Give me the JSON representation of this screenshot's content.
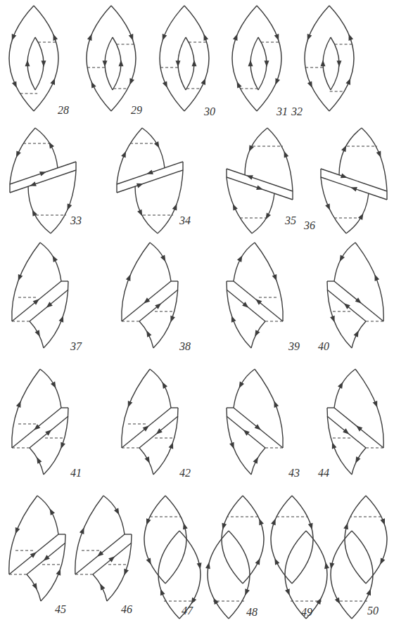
{
  "diagram": {
    "labels": [
      "28",
      "29",
      "30",
      "31",
      "32",
      "33",
      "34",
      "35",
      "36",
      "37",
      "38",
      "39",
      "40",
      "41",
      "42",
      "43",
      "44",
      "45",
      "46",
      "47",
      "48",
      "49",
      "50"
    ]
  }
}
